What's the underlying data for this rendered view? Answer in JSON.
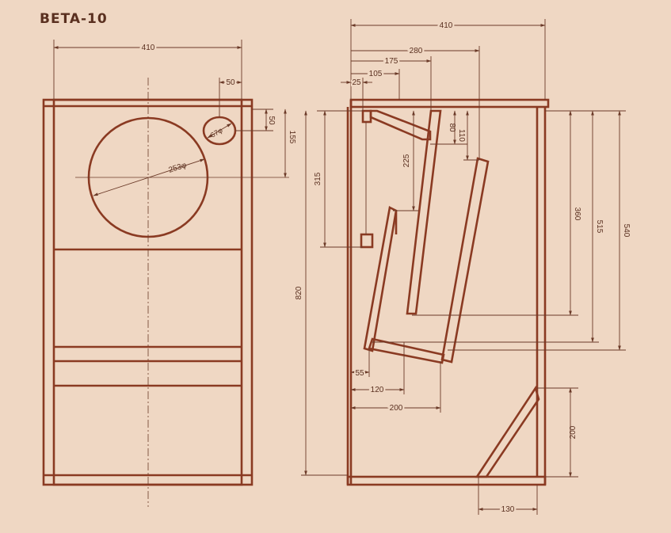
{
  "title": "BETA-10",
  "front": {
    "width": "410",
    "port_offset": "50",
    "port_vertical": "50",
    "driver_center": "155",
    "driver_diameter": "253φ",
    "port_diameter": "67φ"
  },
  "side": {
    "depth": "410",
    "d280": "280",
    "d175": "175",
    "d105": "105",
    "d25": "25",
    "d80": "80",
    "d110": "110",
    "d225": "225",
    "d315": "315",
    "d820": "820",
    "d360": "360",
    "d515": "515",
    "d540": "540",
    "d55": "55",
    "d120": "120",
    "d200": "200",
    "d200v": "200",
    "d130": "130"
  },
  "colors": {
    "paper": "#efd7c3",
    "ink": "#8a3a22"
  }
}
